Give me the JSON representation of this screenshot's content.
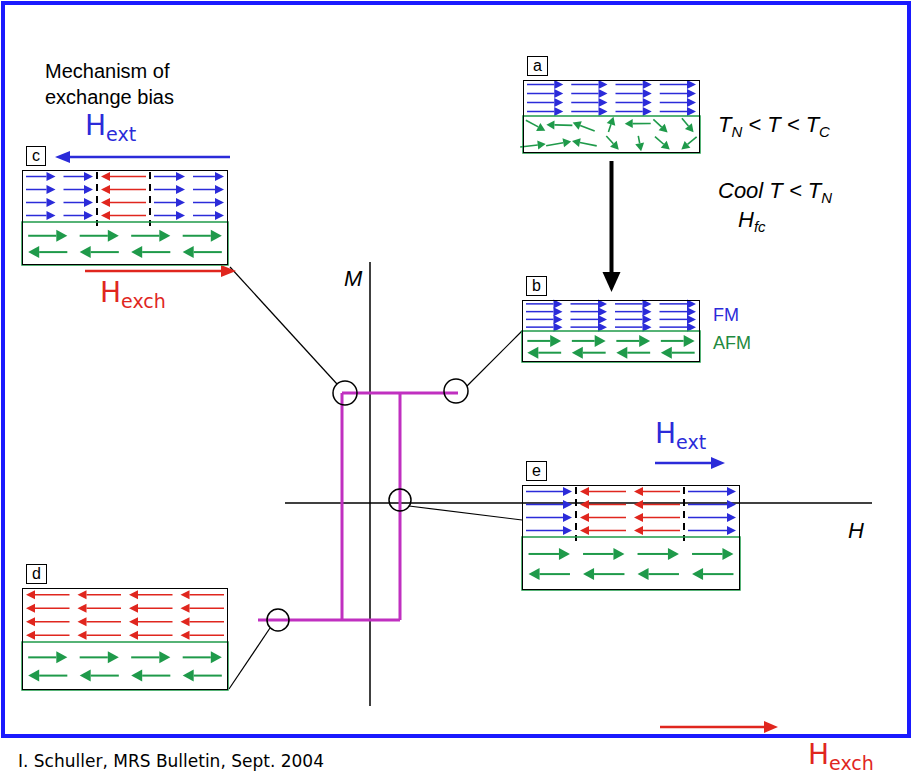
{
  "diagram": {
    "title": "Mechanism of exchange bias",
    "caption": "I. Schuller, MRS Bulletin, Sept. 2004",
    "nodes": [
      {
        "text": [
          "a"
        ]
      },
      {
        "text": [
          "b",
          "FM",
          "AFM"
        ]
      },
      {
        "text": [
          "c"
        ]
      },
      {
        "text": [
          "d"
        ]
      },
      {
        "text": [
          "e"
        ]
      }
    ],
    "edges": [
      {
        "from": 0,
        "to": 1,
        "arrow": "to"
      }
    ],
    "labels": [
      "T",
      "N",
      "< T <",
      "T",
      "C",
      "Cool T < T",
      "N",
      "H",
      "fc",
      "M",
      "H",
      "H",
      "ext",
      "H",
      "exch",
      "H",
      "ext",
      "H",
      "exch"
    ]
  }
}
